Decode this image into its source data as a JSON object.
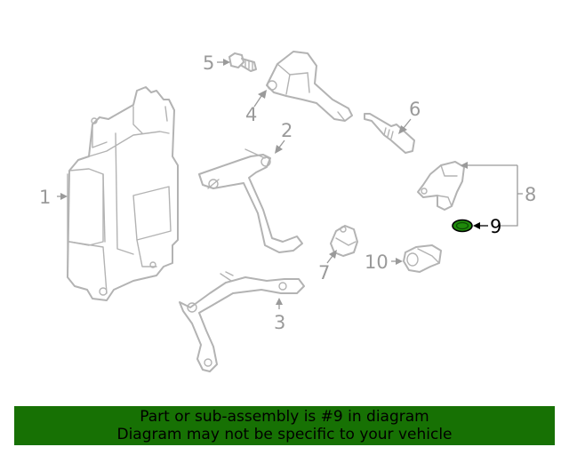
{
  "callouts": {
    "c1": "1",
    "c2": "2",
    "c3": "3",
    "c4": "4",
    "c5": "5",
    "c6": "6",
    "c7": "7",
    "c8": "8",
    "c9": "9",
    "c10": "10"
  },
  "highlighted_part": "9",
  "colors": {
    "highlight_fill": "#1f8a0b",
    "banner_bg": "#177104",
    "part_stroke": "#b3b3b3"
  },
  "banner": {
    "line1": "Part or sub-assembly is #9 in diagram",
    "line2": "Diagram may not be specific to your vehicle"
  }
}
